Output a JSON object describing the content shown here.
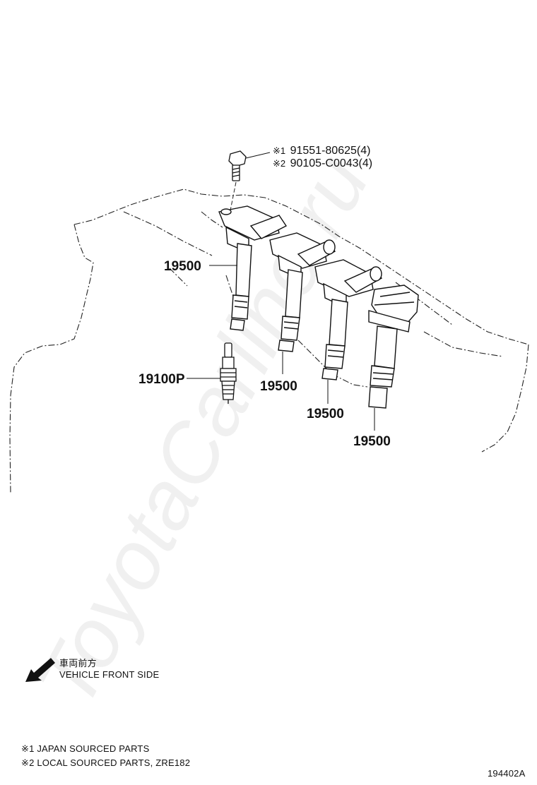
{
  "watermark": "ToyotaCarline.ru",
  "bolt_callouts": [
    {
      "mark": "※1",
      "part_no": "91551-80625(4)"
    },
    {
      "mark": "※2",
      "part_no": "90105-C0043(4)"
    }
  ],
  "part_labels": {
    "coil_1": "19500",
    "coil_2": "19500",
    "coil_3": "19500",
    "coil_4": "19500",
    "spark_plug": "19100P"
  },
  "direction": {
    "japanese": "車両前方",
    "english": "VEHICLE FRONT SIDE"
  },
  "notes": [
    "※1 JAPAN SOURCED PARTS",
    "※2 LOCAL SOURCED PARTS, ZRE182"
  ],
  "figure_id": "194402A"
}
